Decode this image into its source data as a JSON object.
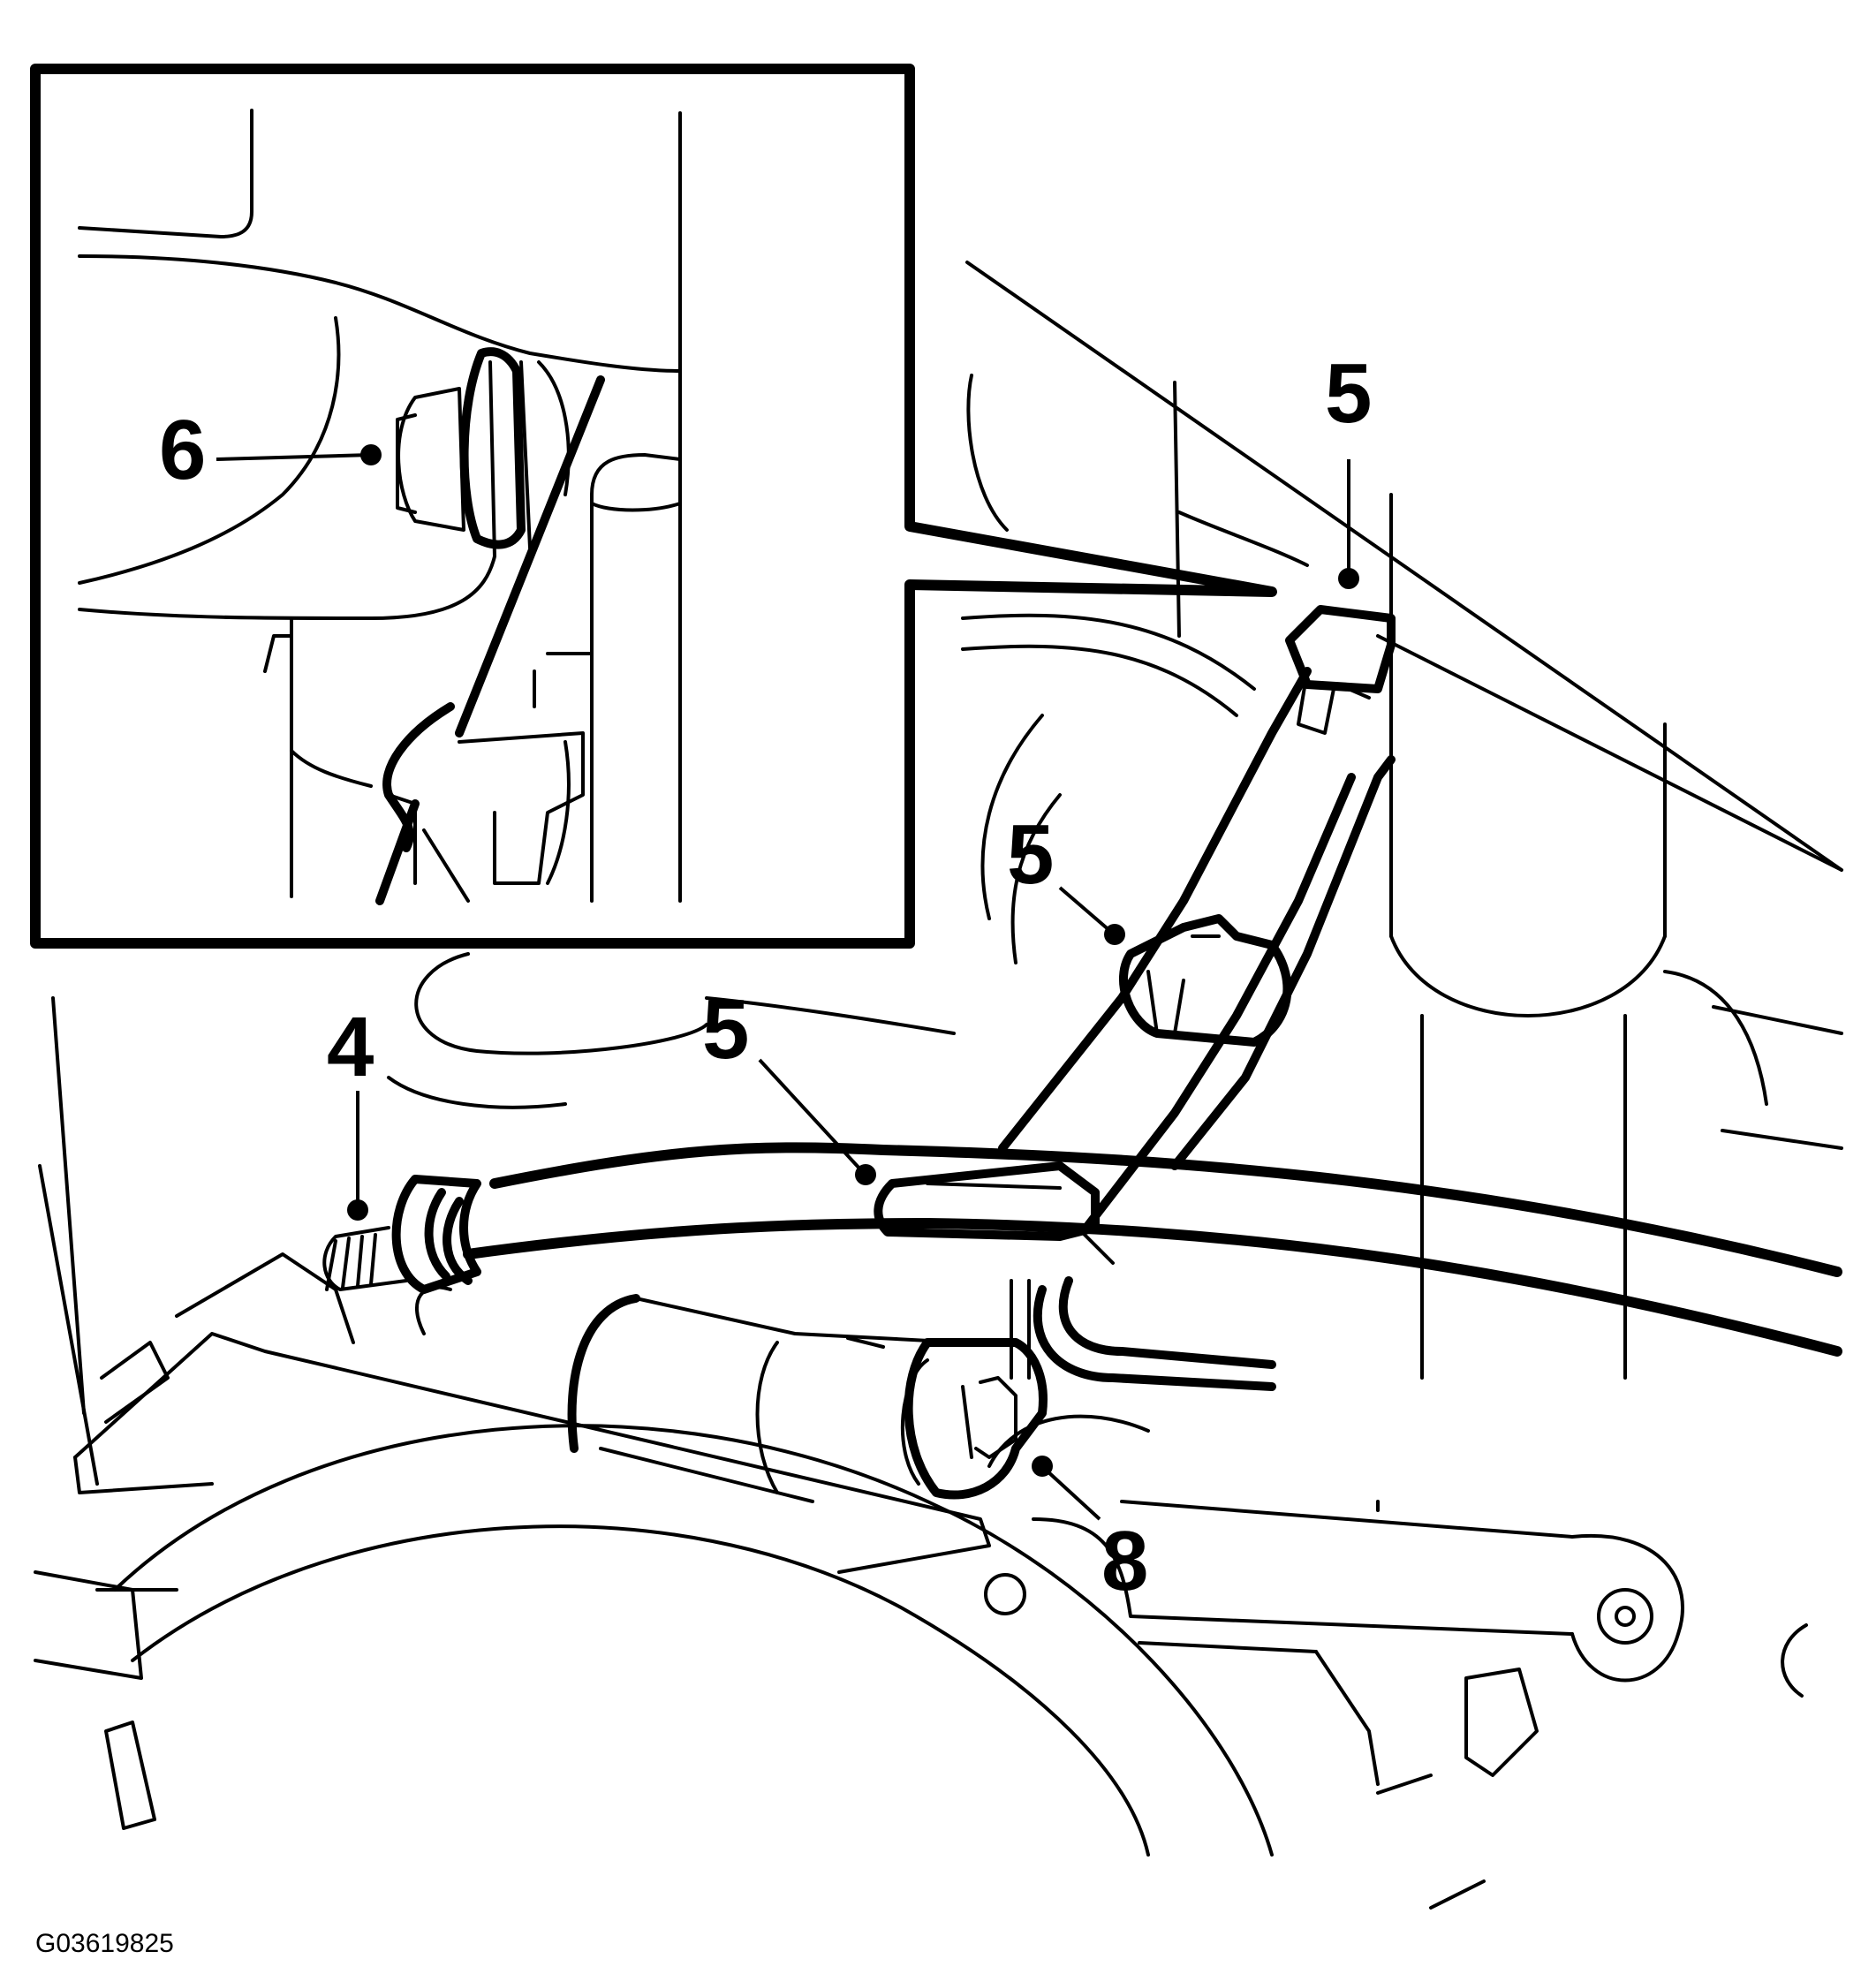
{
  "figure": {
    "id": "G03619825"
  },
  "callouts": [
    {
      "key": "inset-6",
      "label": "6"
    },
    {
      "key": "top-right-5",
      "label": "5"
    },
    {
      "key": "middle-5",
      "label": "5"
    },
    {
      "key": "center-5",
      "label": "5"
    },
    {
      "key": "left-4",
      "label": "4"
    },
    {
      "key": "bottom-8",
      "label": "8"
    }
  ],
  "colors": {
    "line": "#000000",
    "background": "#ffffff"
  }
}
